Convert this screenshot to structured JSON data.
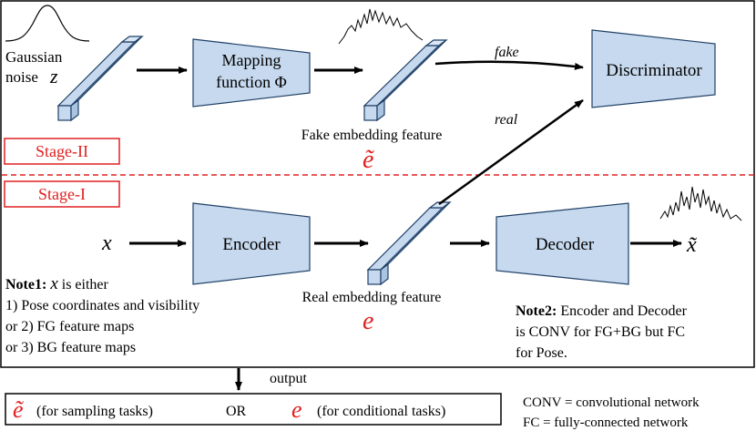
{
  "stage2": {
    "label": "Stage-II",
    "noise_label_line1": "Gaussian",
    "noise_label_line2": "noise",
    "noise_symbol": "z",
    "mapping_line1": "Mapping",
    "mapping_line2": "function Φ",
    "fake_arrow_label": "fake",
    "discriminator_label": "Discriminator",
    "fake_feature_caption": "Fake embedding feature",
    "fake_symbol": "ẽ"
  },
  "stage1": {
    "label": "Stage-I",
    "input_symbol": "x",
    "encoder_label": "Encoder",
    "real_arrow_label": "real",
    "decoder_label": "Decoder",
    "output_symbol": "x̃",
    "real_feature_caption": "Real embedding feature",
    "real_symbol": "e"
  },
  "note1": {
    "title": "Note1:",
    "symbol": "x",
    "text": " is either",
    "line1": "1) Pose coordinates and visibility",
    "line2": "or 2) FG feature maps",
    "line3": "or 3) BG feature maps"
  },
  "note2": {
    "title": "Note2:",
    "line1": " Encoder and Decoder",
    "line2": "is CONV for FG+BG but FC",
    "line3": "for Pose."
  },
  "output": {
    "label": "output",
    "symbol_fake": "ẽ",
    "sampling": "(for sampling tasks)",
    "or": "OR",
    "symbol_real": "e",
    "conditional": "(for conditional tasks)"
  },
  "legend": {
    "conv": "CONV = convolutional network",
    "fc": "FC = fully-connected network"
  },
  "colors": {
    "block_fill": "#c6d9ee",
    "block_stroke": "#1f3f66",
    "accent_red": "#e02020",
    "ink": "#000000"
  }
}
